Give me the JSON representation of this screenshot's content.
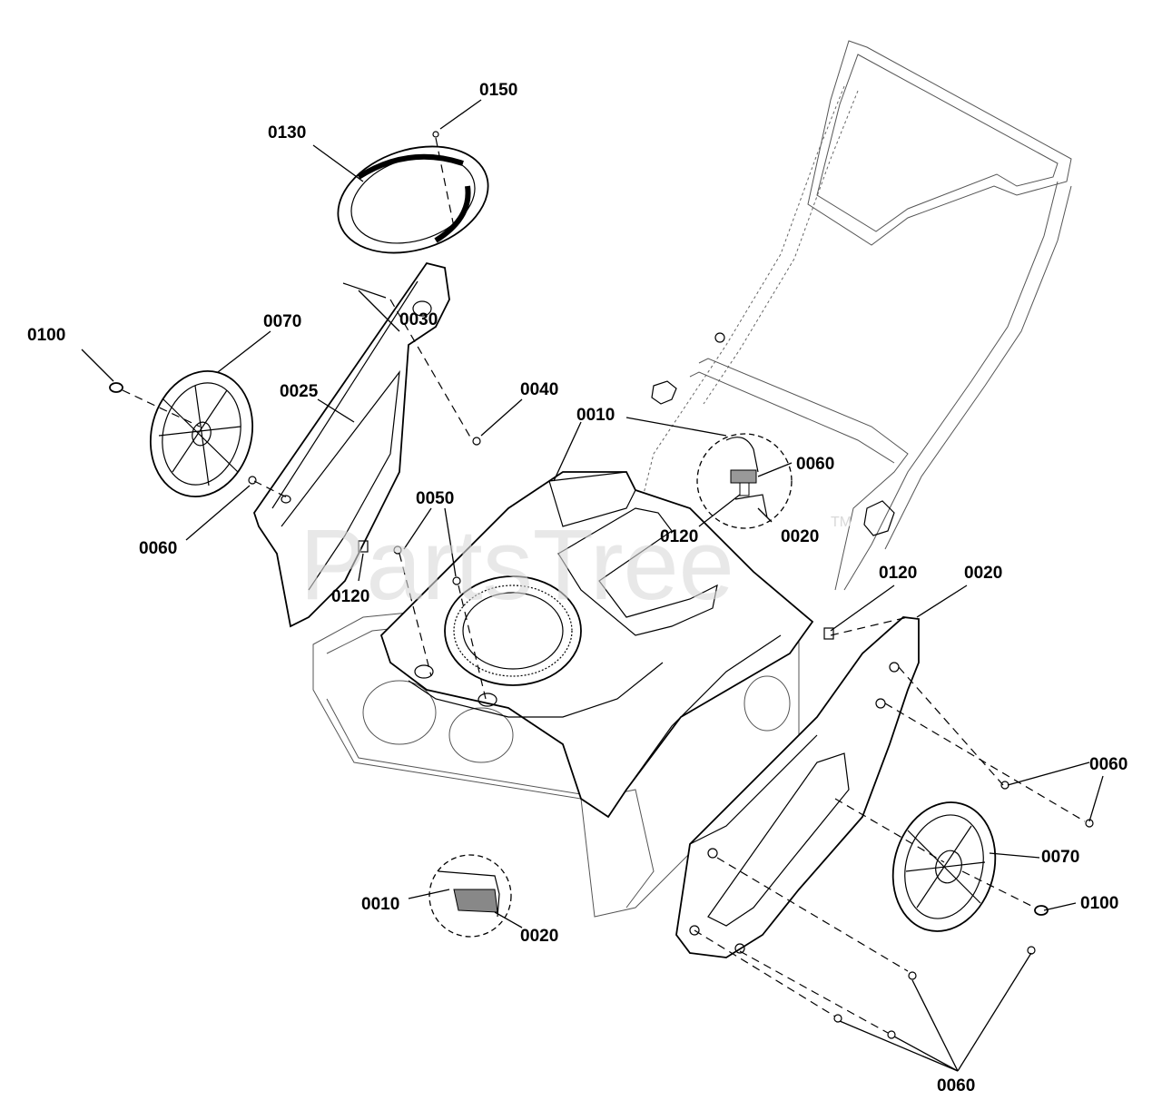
{
  "watermark": {
    "text": "PartsTree",
    "trademark": "TM"
  },
  "labels": {
    "l0150": "0150",
    "l0130": "0130",
    "l0100a": "0100",
    "l0070a": "0070",
    "l0030": "0030",
    "l0025": "0025",
    "l0040": "0040",
    "l0010a": "0010",
    "l0060a": "0060",
    "l0060b": "0060",
    "l0050": "0050",
    "l0120a": "0120",
    "l0120b": "0120",
    "l0020a": "0020",
    "l0120c": "0120",
    "l0020b": "0020",
    "l0060c": "0060",
    "l0070b": "0070",
    "l0100b": "0100",
    "l0010b": "0010",
    "l0020c": "0020",
    "l0060d": "0060"
  }
}
